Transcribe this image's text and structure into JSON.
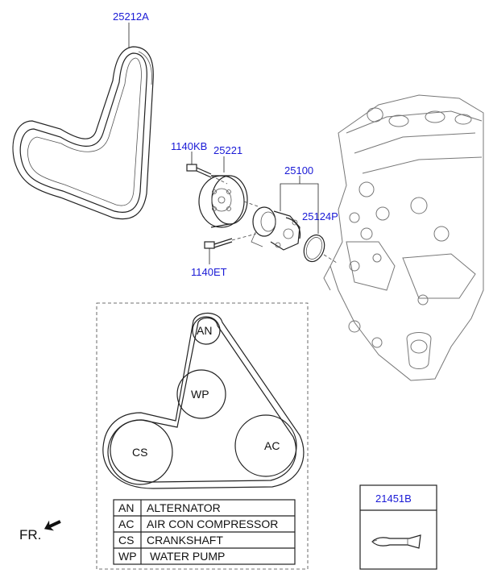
{
  "parts": {
    "belt": "25212A",
    "bolt_upper": "1140KB",
    "pulley": "25221",
    "water_pump": "25100",
    "gasket": "25124P",
    "bolt_lower": "1140ET",
    "sealant": "21451B"
  },
  "layout_pulleys": {
    "an": "AN",
    "wp": "WP",
    "cs": "CS",
    "ac": "AC"
  },
  "legend": [
    {
      "code": "AN",
      "name": "ALTERNATOR"
    },
    {
      "code": "AC",
      "name": "AIR CON COMPRESSOR"
    },
    {
      "code": "CS",
      "name": "CRANKSHAFT"
    },
    {
      "code": "WP",
      "name": "WATER PUMP"
    }
  ],
  "direction": "FR.",
  "colors": {
    "part_number": "#1a1ad6",
    "line": "#222222"
  }
}
